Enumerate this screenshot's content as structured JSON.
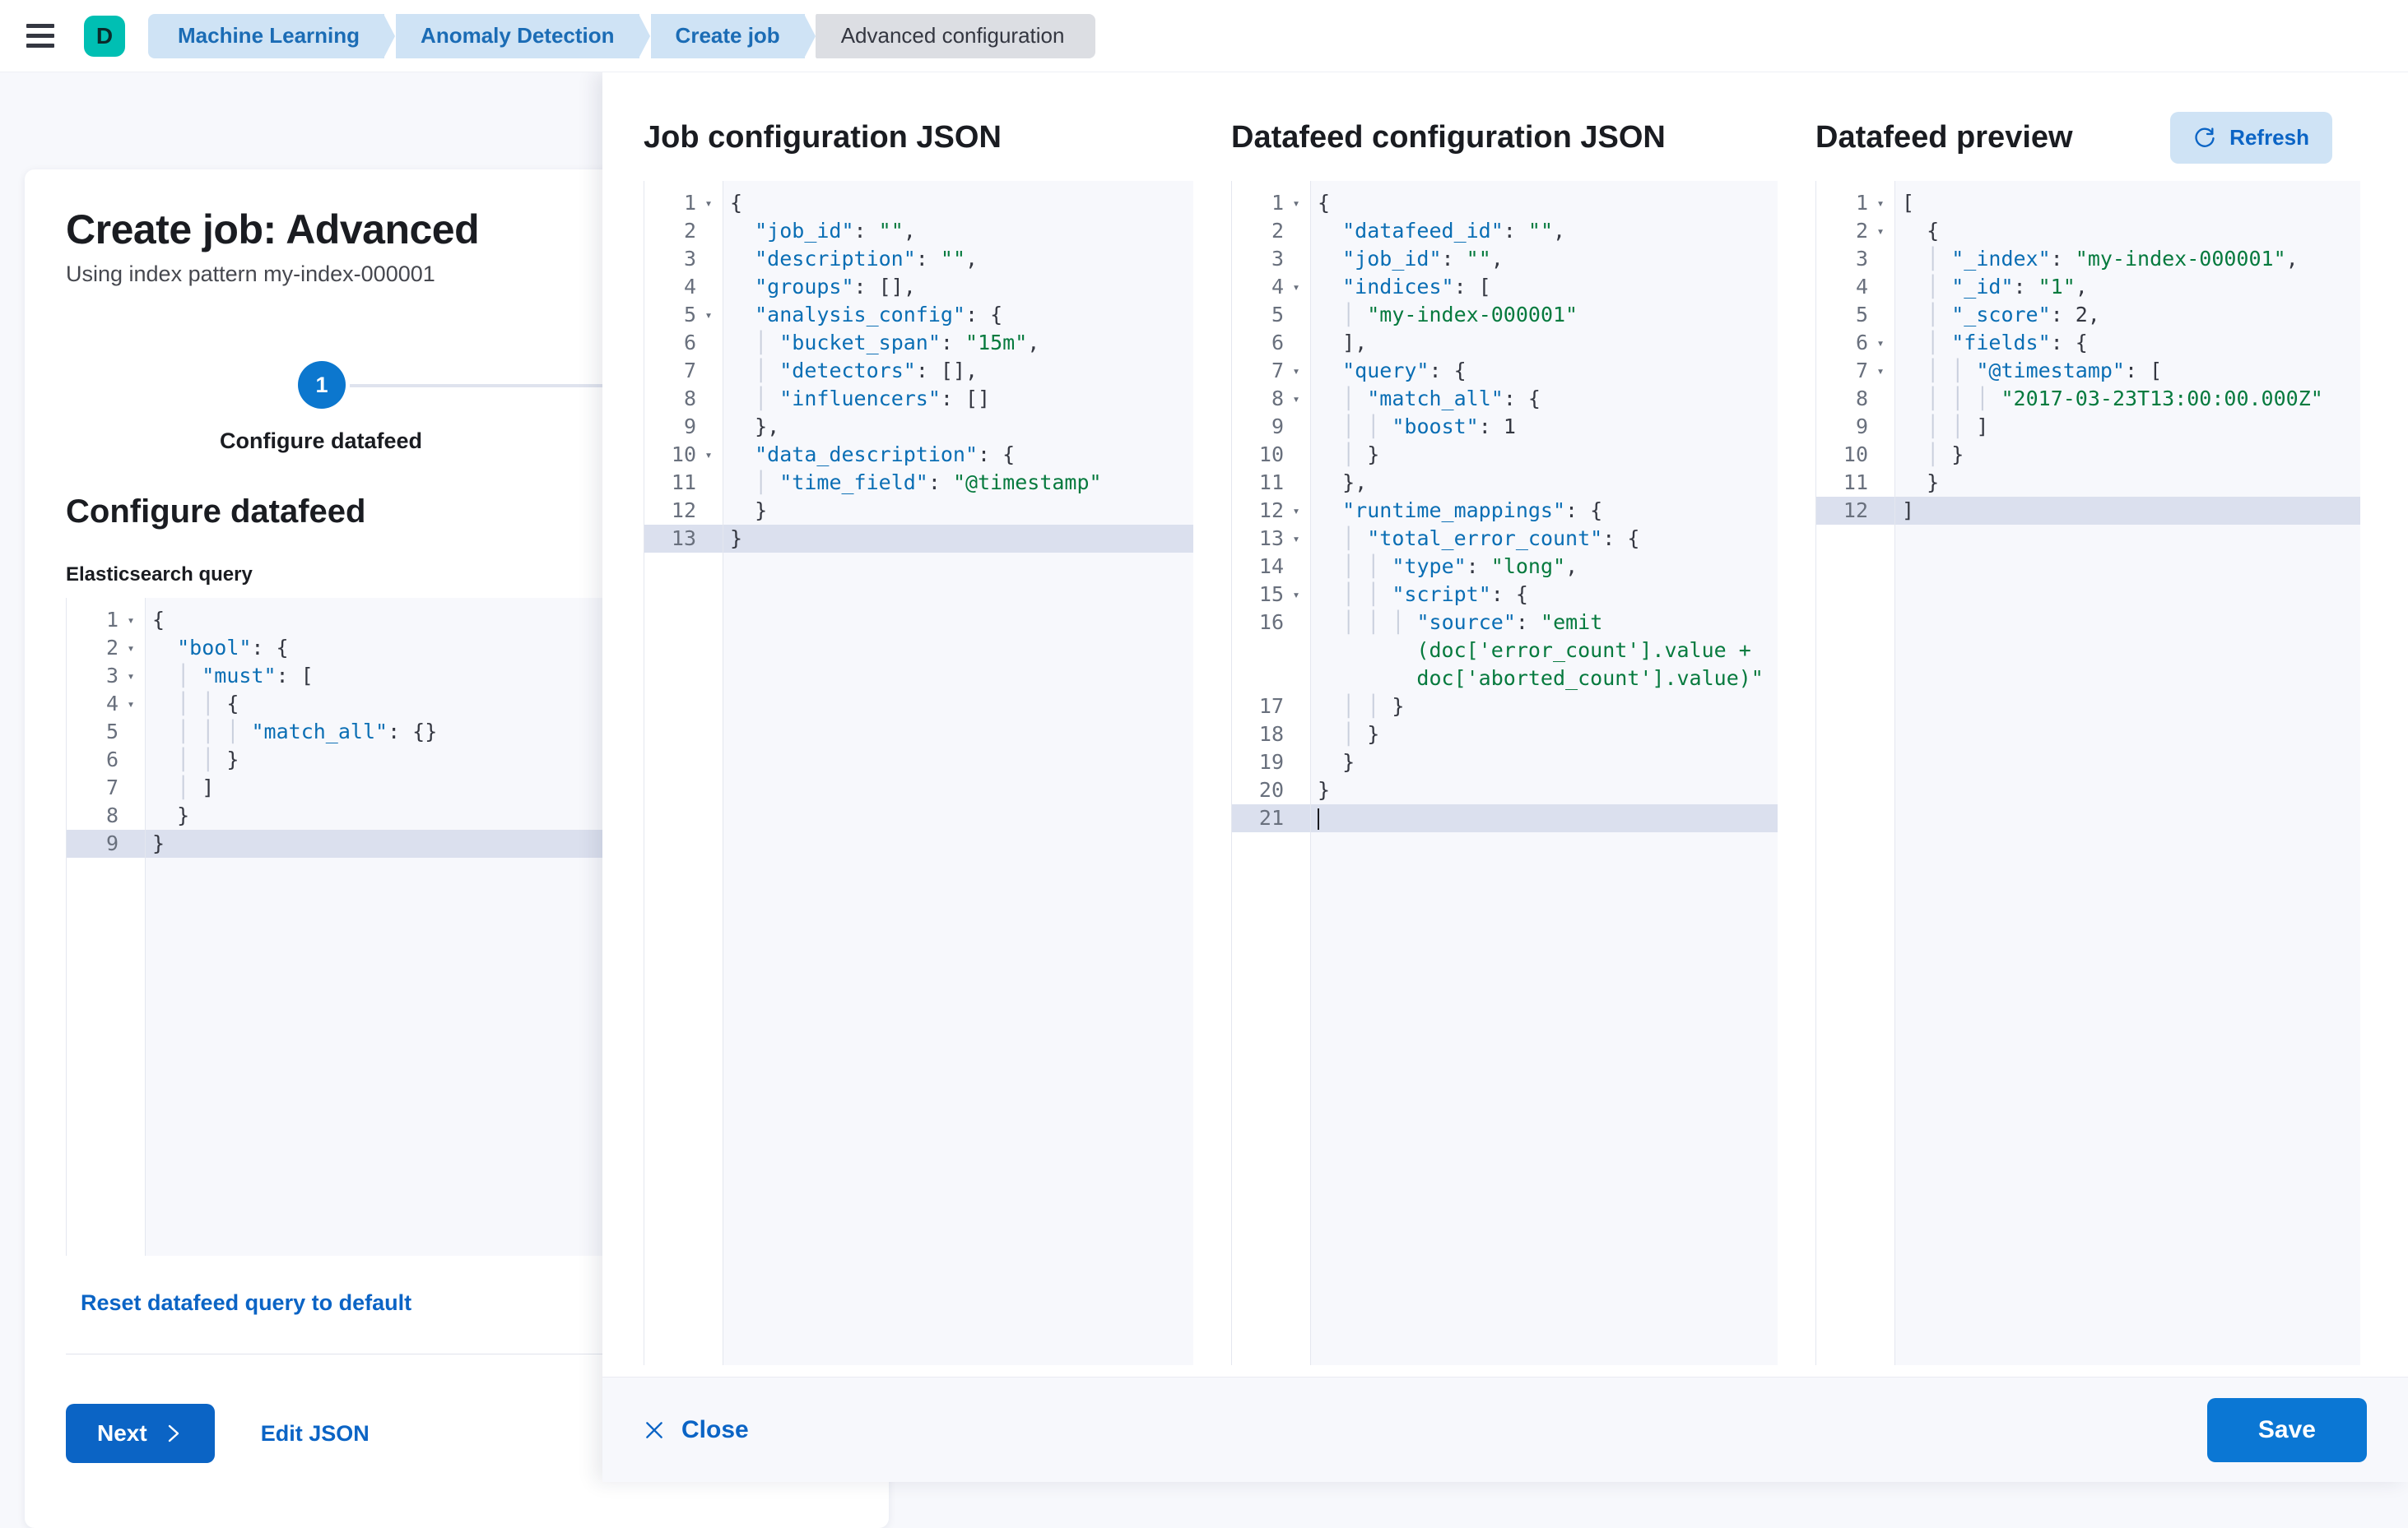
{
  "topbar": {
    "menu_icon": "hamburger-menu-icon",
    "space_avatar": "D",
    "breadcrumbs": [
      {
        "label": "Machine Learning",
        "active": false
      },
      {
        "label": "Anomaly Detection",
        "active": false
      },
      {
        "label": "Create job",
        "active": false
      },
      {
        "label": "Advanced configuration",
        "active": true
      }
    ]
  },
  "wizard": {
    "title": "Create job: Advanced",
    "subtitle": "Using index pattern my-index-000001",
    "step_number": "1",
    "step_label": "Configure datafeed",
    "section_title": "Configure datafeed",
    "query_field_label": "Elasticsearch query",
    "reset_link": "Reset datafeed query to default",
    "next_label": "Next",
    "next_icon": "chevron-right-icon",
    "edit_json_label": "Edit JSON",
    "query_editor": {
      "active_line": 9,
      "lines": [
        {
          "n": 1,
          "fold": true,
          "html": "<span class=\"n\">{</span>"
        },
        {
          "n": 2,
          "fold": true,
          "html": "  <span class=\"k\">\"bool\"</span><span class=\"n\">: {</span>"
        },
        {
          "n": 3,
          "fold": true,
          "html": "  <span class=\"guide\">│</span> <span class=\"k\">\"must\"</span><span class=\"n\">: [</span>"
        },
        {
          "n": 4,
          "fold": true,
          "html": "  <span class=\"guide\">│</span> <span class=\"guide\">│</span> <span class=\"n\">{</span>"
        },
        {
          "n": 5,
          "fold": false,
          "html": "  <span class=\"guide\">│</span> <span class=\"guide\">│</span> <span class=\"guide\">│</span> <span class=\"k\">\"match_all\"</span><span class=\"n\">: {}</span>"
        },
        {
          "n": 6,
          "fold": false,
          "html": "  <span class=\"guide\">│</span> <span class=\"guide\">│</span> <span class=\"n\">}</span>"
        },
        {
          "n": 7,
          "fold": false,
          "html": "  <span class=\"guide\">│</span> <span class=\"n\">]</span>"
        },
        {
          "n": 8,
          "fold": false,
          "html": "  <span class=\"n\">}</span>"
        },
        {
          "n": 9,
          "fold": false,
          "html": "<span class=\"n\">}</span>"
        }
      ]
    }
  },
  "flyout": {
    "columns": [
      {
        "title": "Job configuration JSON",
        "name": "job-configuration-json",
        "active_line": 13,
        "lines": [
          {
            "n": 1,
            "fold": true,
            "html": "<span class=\"n\">{</span>"
          },
          {
            "n": 2,
            "fold": false,
            "html": "  <span class=\"k\">\"job_id\"</span><span class=\"n\">: </span><span class=\"s\">\"\"</span><span class=\"n\">,</span>"
          },
          {
            "n": 3,
            "fold": false,
            "html": "  <span class=\"k\">\"description\"</span><span class=\"n\">: </span><span class=\"s\">\"\"</span><span class=\"n\">,</span>"
          },
          {
            "n": 4,
            "fold": false,
            "html": "  <span class=\"k\">\"groups\"</span><span class=\"n\">: [],</span>"
          },
          {
            "n": 5,
            "fold": true,
            "html": "  <span class=\"k\">\"analysis_config\"</span><span class=\"n\">: {</span>"
          },
          {
            "n": 6,
            "fold": false,
            "html": "  <span class=\"guide\">│</span> <span class=\"k\">\"bucket_span\"</span><span class=\"n\">: </span><span class=\"s\">\"15m\"</span><span class=\"n\">,</span>"
          },
          {
            "n": 7,
            "fold": false,
            "html": "  <span class=\"guide\">│</span> <span class=\"k\">\"detectors\"</span><span class=\"n\">: [],</span>"
          },
          {
            "n": 8,
            "fold": false,
            "html": "  <span class=\"guide\">│</span> <span class=\"k\">\"influencers\"</span><span class=\"n\">: []</span>"
          },
          {
            "n": 9,
            "fold": false,
            "html": "  <span class=\"n\">},</span>"
          },
          {
            "n": 10,
            "fold": true,
            "html": "  <span class=\"k\">\"data_description\"</span><span class=\"n\">: {</span>"
          },
          {
            "n": 11,
            "fold": false,
            "html": "  <span class=\"guide\">│</span> <span class=\"k\">\"time_field\"</span><span class=\"n\">: </span><span class=\"s\">\"@timestamp\"</span>"
          },
          {
            "n": 12,
            "fold": false,
            "html": "  <span class=\"n\">}</span>"
          },
          {
            "n": 13,
            "fold": false,
            "html": "<span class=\"n\">}</span>"
          }
        ]
      },
      {
        "title": "Datafeed configuration JSON",
        "name": "datafeed-configuration-json",
        "active_line": 21,
        "lines": [
          {
            "n": 1,
            "fold": true,
            "html": "<span class=\"n\">{</span>"
          },
          {
            "n": 2,
            "fold": false,
            "html": "  <span class=\"k\">\"datafeed_id\"</span><span class=\"n\">: </span><span class=\"s\">\"\"</span><span class=\"n\">,</span>"
          },
          {
            "n": 3,
            "fold": false,
            "html": "  <span class=\"k\">\"job_id\"</span><span class=\"n\">: </span><span class=\"s\">\"\"</span><span class=\"n\">,</span>"
          },
          {
            "n": 4,
            "fold": true,
            "html": "  <span class=\"k\">\"indices\"</span><span class=\"n\">: [</span>"
          },
          {
            "n": 5,
            "fold": false,
            "html": "  <span class=\"guide\">│</span> <span class=\"s\">\"my-index-000001\"</span>"
          },
          {
            "n": 6,
            "fold": false,
            "html": "  <span class=\"n\">],</span>"
          },
          {
            "n": 7,
            "fold": true,
            "html": "  <span class=\"k\">\"query\"</span><span class=\"n\">: {</span>"
          },
          {
            "n": 8,
            "fold": true,
            "html": "  <span class=\"guide\">│</span> <span class=\"k\">\"match_all\"</span><span class=\"n\">: {</span>"
          },
          {
            "n": 9,
            "fold": false,
            "html": "  <span class=\"guide\">│</span> <span class=\"guide\">│</span> <span class=\"k\">\"boost\"</span><span class=\"n\">: 1</span>"
          },
          {
            "n": 10,
            "fold": false,
            "html": "  <span class=\"guide\">│</span> <span class=\"n\">}</span>"
          },
          {
            "n": 11,
            "fold": false,
            "html": "  <span class=\"n\">},</span>"
          },
          {
            "n": 12,
            "fold": true,
            "html": "  <span class=\"k\">\"runtime_mappings\"</span><span class=\"n\">: {</span>"
          },
          {
            "n": 13,
            "fold": true,
            "html": "  <span class=\"guide\">│</span> <span class=\"k\">\"total_error_count\"</span><span class=\"n\">: {</span>"
          },
          {
            "n": 14,
            "fold": false,
            "html": "  <span class=\"guide\">│</span> <span class=\"guide\">│</span> <span class=\"k\">\"type\"</span><span class=\"n\">: </span><span class=\"s\">\"long\"</span><span class=\"n\">,</span>"
          },
          {
            "n": 15,
            "fold": true,
            "html": "  <span class=\"guide\">│</span> <span class=\"guide\">│</span> <span class=\"k\">\"script\"</span><span class=\"n\">: {</span>"
          },
          {
            "n": 16,
            "fold": false,
            "wrap": true,
            "html": "  <span class=\"guide\">│</span> <span class=\"guide\">│</span> <span class=\"guide\">│</span> <span class=\"k\">\"source\"</span><span class=\"n\">: </span><span class=\"s\">\"emit</span>\n        <span class=\"s\">(doc['error_count'].value +</span>\n        <span class=\"s\">doc['aborted_count'].value)\"</span>"
          },
          {
            "n": 17,
            "fold": false,
            "html": "  <span class=\"guide\">│</span> <span class=\"guide\">│</span> <span class=\"n\">}</span>"
          },
          {
            "n": 18,
            "fold": false,
            "html": "  <span class=\"guide\">│</span> <span class=\"n\">}</span>"
          },
          {
            "n": 19,
            "fold": false,
            "html": "  <span class=\"n\">}</span>"
          },
          {
            "n": 20,
            "fold": false,
            "html": "<span class=\"n\">}</span>"
          },
          {
            "n": 21,
            "fold": false,
            "caret": true,
            "html": ""
          }
        ]
      },
      {
        "title": "Datafeed preview",
        "name": "datafeed-preview",
        "refresh_label": "Refresh",
        "refresh_icon": "refresh-icon",
        "active_line": 12,
        "lines": [
          {
            "n": 1,
            "fold": true,
            "html": "<span class=\"n\">[</span>"
          },
          {
            "n": 2,
            "fold": true,
            "html": "  <span class=\"n\">{</span>"
          },
          {
            "n": 3,
            "fold": false,
            "html": "  <span class=\"guide\">│</span> <span class=\"k\">\"_index\"</span><span class=\"n\">: </span><span class=\"s\">\"my-index-000001\"</span><span class=\"n\">,</span>"
          },
          {
            "n": 4,
            "fold": false,
            "html": "  <span class=\"guide\">│</span> <span class=\"k\">\"_id\"</span><span class=\"n\">: </span><span class=\"s\">\"1\"</span><span class=\"n\">,</span>"
          },
          {
            "n": 5,
            "fold": false,
            "html": "  <span class=\"guide\">│</span> <span class=\"k\">\"_score\"</span><span class=\"n\">: 2,</span>"
          },
          {
            "n": 6,
            "fold": true,
            "html": "  <span class=\"guide\">│</span> <span class=\"k\">\"fields\"</span><span class=\"n\">: {</span>"
          },
          {
            "n": 7,
            "fold": true,
            "html": "  <span class=\"guide\">│</span> <span class=\"guide\">│</span> <span class=\"k\">\"@timestamp\"</span><span class=\"n\">: [</span>"
          },
          {
            "n": 8,
            "fold": false,
            "html": "  <span class=\"guide\">│</span> <span class=\"guide\">│</span> <span class=\"guide\">│</span> <span class=\"s\">\"2017-03-23T13:00:00.000Z\"</span>"
          },
          {
            "n": 9,
            "fold": false,
            "html": "  <span class=\"guide\">│</span> <span class=\"guide\">│</span> <span class=\"n\">]</span>"
          },
          {
            "n": 10,
            "fold": false,
            "html": "  <span class=\"guide\">│</span> <span class=\"n\">}</span>"
          },
          {
            "n": 11,
            "fold": false,
            "html": "  <span class=\"n\">}</span>"
          },
          {
            "n": 12,
            "fold": false,
            "html": "<span class=\"n\">]</span>"
          }
        ]
      }
    ],
    "footer": {
      "close_label": "Close",
      "close_icon": "close-x-icon",
      "save_label": "Save"
    }
  },
  "colors": {
    "primary": "#0b64c5",
    "save": "#0b77d4",
    "accent_teal": "#00bfb3",
    "breadcrumb_bg": "#cfe3f5",
    "breadcrumb_active_bg": "#dcdee3",
    "editor_bg": "#f7f8fc",
    "active_line": "#dbe0ee",
    "string_green": "#067a3e",
    "key_blue": "#0a6eb4"
  }
}
